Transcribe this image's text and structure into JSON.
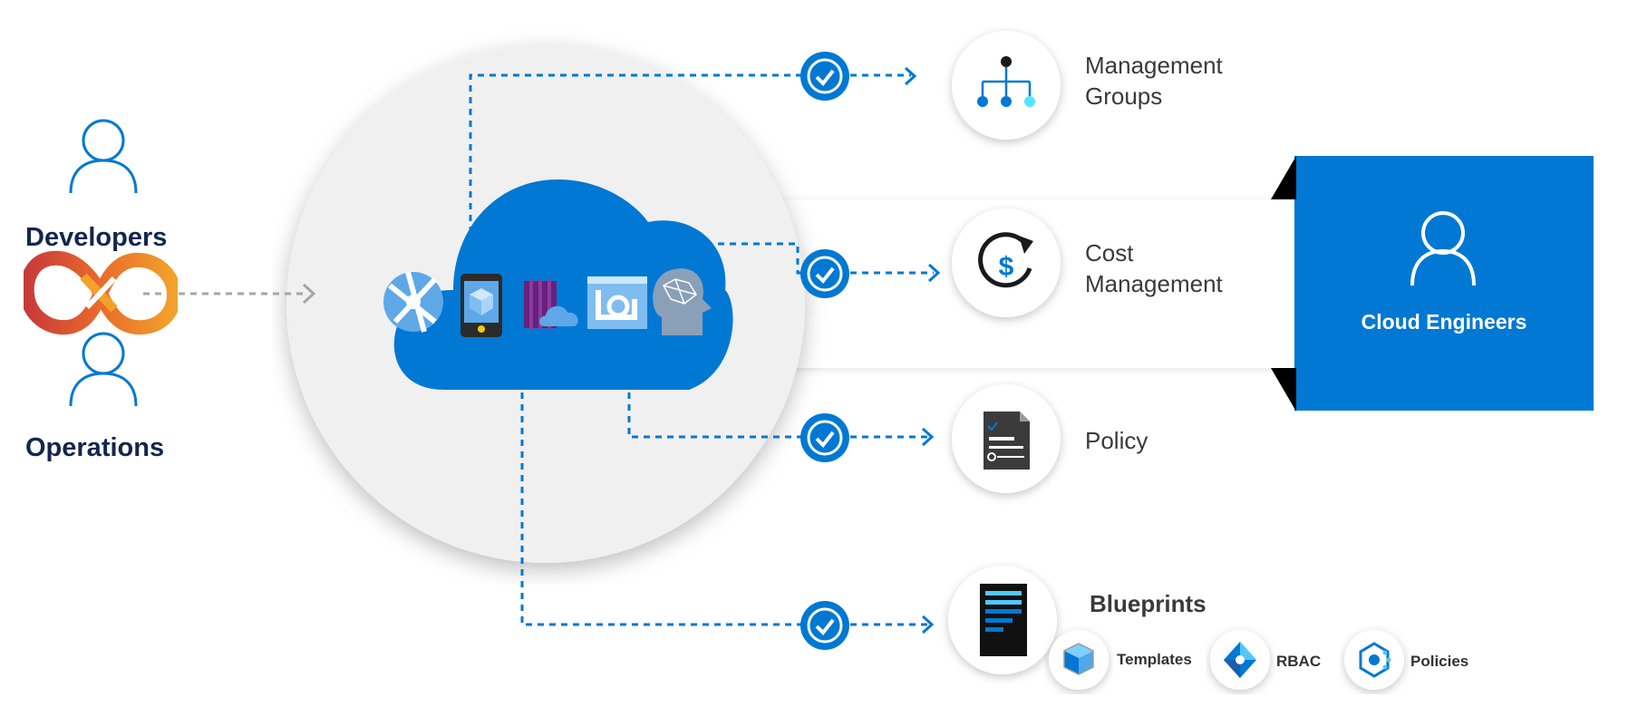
{
  "personas": {
    "developers": "Developers",
    "operations": "Operations",
    "cloud_engineers": "Cloud Engineers"
  },
  "services": {
    "management_groups": [
      "Management",
      "Groups"
    ],
    "cost_management": [
      "Cost",
      "Management"
    ],
    "policy": "Policy",
    "blueprints": "Blueprints"
  },
  "blueprint_parts": {
    "templates": "Templates",
    "rbac": "RBAC",
    "policies": "Policies"
  },
  "colors": {
    "azure_blue": "#0078d4",
    "navy": "#14264d",
    "dashed_grey": "#a6a6a6",
    "light_circle": "#f0f0f0"
  }
}
